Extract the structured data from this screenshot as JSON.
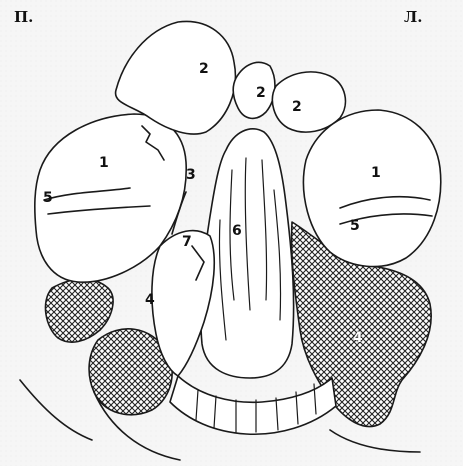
{
  "corner_labels": {
    "left": "П.",
    "right": "Л."
  },
  "labels": {
    "l1": "1",
    "r1": "1",
    "l5": "5",
    "r5": "5",
    "l2a": "2",
    "l2b": "2",
    "r2": "2",
    "l3": "3",
    "l7": "7",
    "l6": "6",
    "l4": "4",
    "r4": "4"
  },
  "colors": {
    "ink": "#1a1a1a",
    "paper_tint": "#f7f7f7",
    "hatch": "#222222"
  }
}
